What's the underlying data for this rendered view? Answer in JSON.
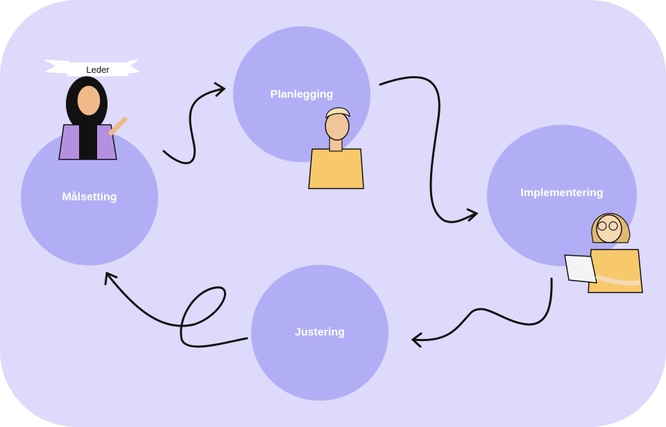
{
  "nodes": {
    "malsetting": "Målsetting",
    "planlegging": "Planlegging",
    "implementering": "Implementering",
    "justering": "Justering"
  },
  "leader_label": "Leder",
  "colors": {
    "background": "#dddafc",
    "circle": "#b2aef5",
    "shirt": "#f7c96a",
    "jacket": "#b690e0"
  }
}
